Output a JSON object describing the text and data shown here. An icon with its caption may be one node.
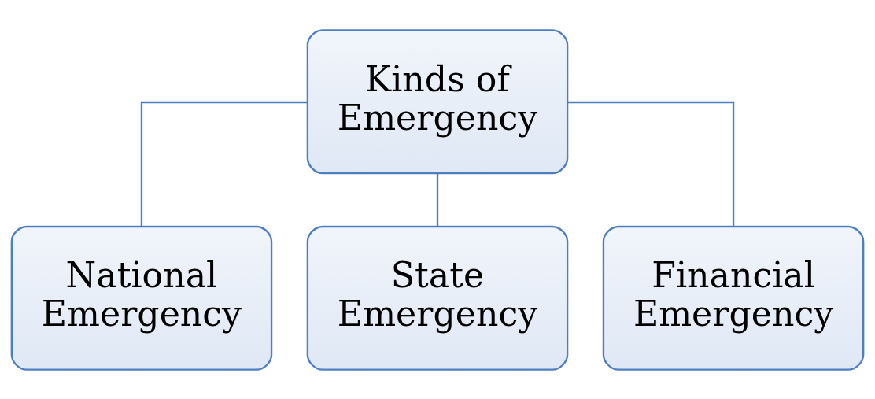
{
  "diagram": {
    "nodes": [
      {
        "text": [
          "Kinds of Emergency"
        ]
      },
      {
        "text": [
          "National Emergency"
        ]
      },
      {
        "text": [
          "State Emergency"
        ]
      },
      {
        "text": [
          "Financial Emergency"
        ]
      }
    ],
    "edges": [
      {
        "from": 0,
        "to": 1,
        "arrow": "none"
      },
      {
        "from": 0,
        "to": 2,
        "arrow": "none"
      },
      {
        "from": 0,
        "to": 3,
        "arrow": "none"
      }
    ]
  }
}
